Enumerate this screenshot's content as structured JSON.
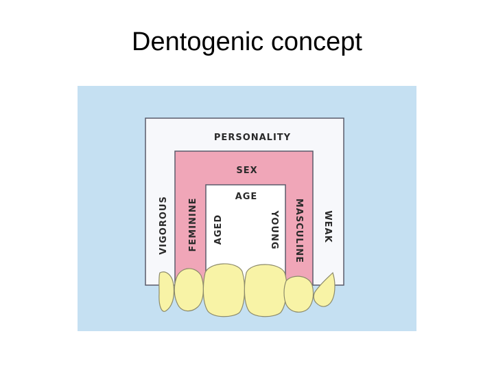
{
  "slide": {
    "title": "Dentogenic concept"
  },
  "diagram": {
    "labels": {
      "personality": "PERSONALITY",
      "sex": "SEX",
      "age": "AGE",
      "vigorous": "VIGOROUS",
      "feminine": "FEMININE",
      "aged": "AGED",
      "young": "YOUNG",
      "masculine": "MASCULINE",
      "weak": "WEAK"
    },
    "colors": {
      "background": "#c5e0f2",
      "personality_box": "#f7f8fb",
      "sex_box": "#f0a6b8",
      "age_box": "#ffffff",
      "teeth": "#f8f3a6",
      "outline": "#5a5a6a"
    }
  }
}
